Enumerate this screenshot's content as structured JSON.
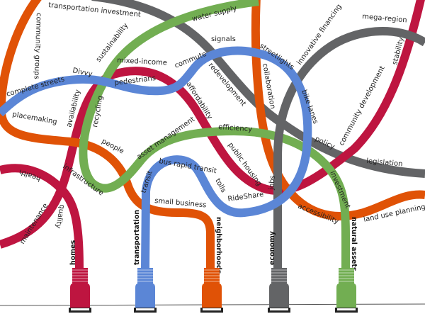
{
  "colors": {
    "homes": "#be1540",
    "transportation": "#5b86d6",
    "neighborhoods": "#e05206",
    "economy": "#636466",
    "natural_assets": "#72ae52"
  },
  "categories": {
    "homes": "homes",
    "transportation": "transportation",
    "neighborhoods": "neighborhoods",
    "economy": "economy",
    "natural_assets": "natural assets"
  },
  "terms": {
    "transportation_investment": "transportation investment",
    "community_groups": "community groups",
    "water_supply": "water supply",
    "sustainability": "sustainability",
    "signals": "signals",
    "streetlights": "streetlights",
    "innovative_financing": "innovative financing",
    "mega_region": "mega-region",
    "stability": "stability",
    "mixed_income": "mixed-income",
    "commute": "commute",
    "complete_streets": "complete streets",
    "divvy": "Divvy",
    "pedestrians": "pedestrians",
    "redevelopment": "redevelopment",
    "collaboration": "collaboration",
    "affordability": "affordability",
    "availability": "availability",
    "recycling": "recycling",
    "bike_lanes": "bike lanes",
    "community_development": "community development",
    "placemaking": "placemaking",
    "efficiency": "efficiency",
    "people": "people",
    "asset_management": "asset management",
    "public_housing": "public housing",
    "policy": "policy",
    "legislation": "legislation",
    "health": "health",
    "infrastructure": "infrastructure",
    "transit": "transit",
    "bus_rapid_transit": "bus rapid transit",
    "tolls": "tolls",
    "jobs": "jobs",
    "investment": "investment",
    "ridesharing": "RideShare",
    "quality": "quality",
    "maintenance": "maintenance",
    "small_business": "small business",
    "accessibility": "accessibility",
    "land_use_planning": "land use planning"
  }
}
